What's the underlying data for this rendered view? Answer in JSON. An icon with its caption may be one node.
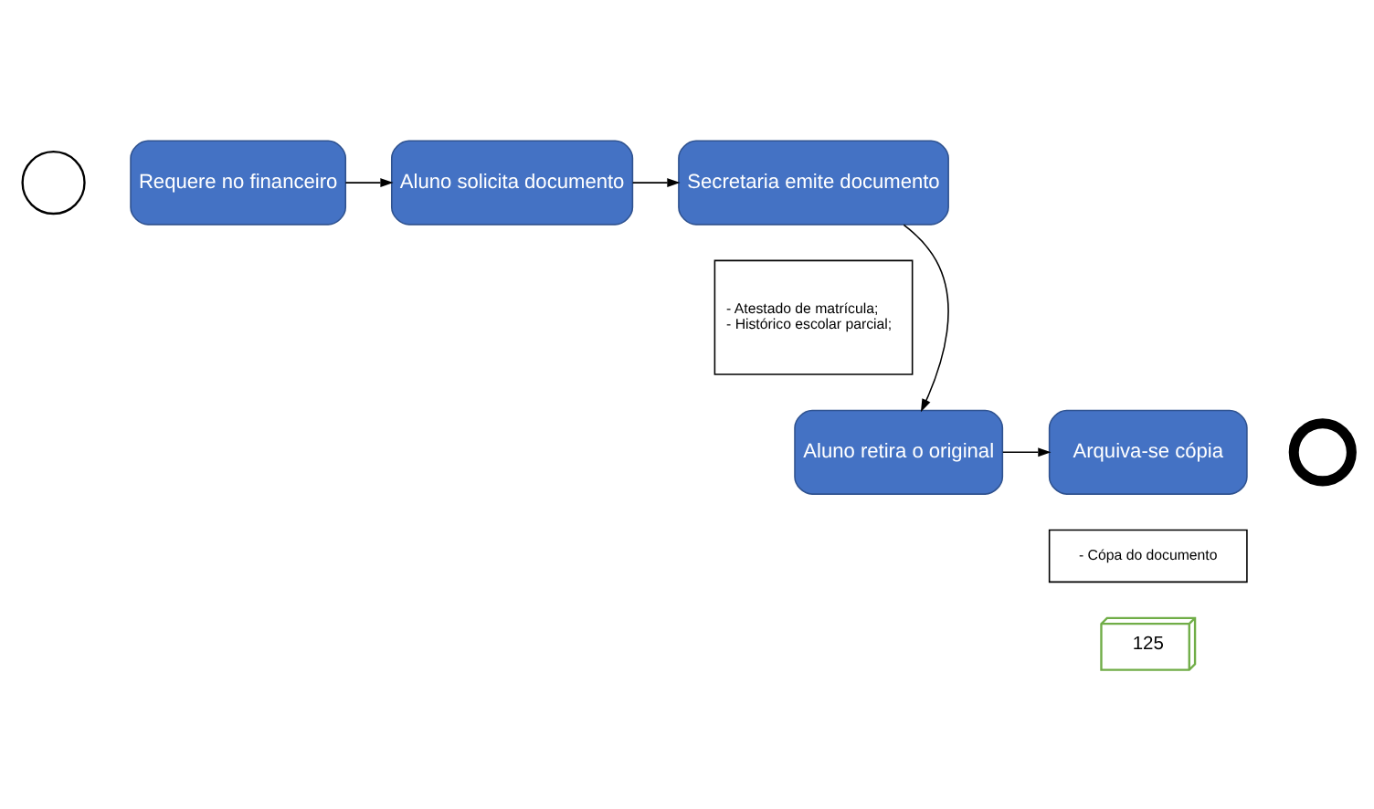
{
  "diagram": {
    "nodes": [
      {
        "text": [],
        "shape": "circle"
      },
      {
        "text": [
          "Requere no financeiro"
        ]
      },
      {
        "text": [
          "Aluno solicita documento"
        ]
      },
      {
        "text": [
          "Secretaria emite documento"
        ]
      },
      {
        "text": [
          "- Atestado de matrícula;",
          "- Histórico escolar parcial;"
        ]
      },
      {
        "text": [
          "Aluno retira o original"
        ]
      },
      {
        "text": [
          "Arquiva-se cópia"
        ]
      },
      {
        "text": [],
        "shape": "circle"
      },
      {
        "text": [
          "- Cópa do documento"
        ]
      },
      {
        "text": [
          "125"
        ]
      }
    ],
    "edges": [
      {
        "from": 1,
        "to": 2,
        "arrow": "to"
      },
      {
        "from": 2,
        "to": 3,
        "arrow": "to"
      },
      {
        "from": 3,
        "to": 5,
        "arrow": "to"
      },
      {
        "from": 5,
        "to": 6,
        "arrow": "to"
      }
    ]
  }
}
